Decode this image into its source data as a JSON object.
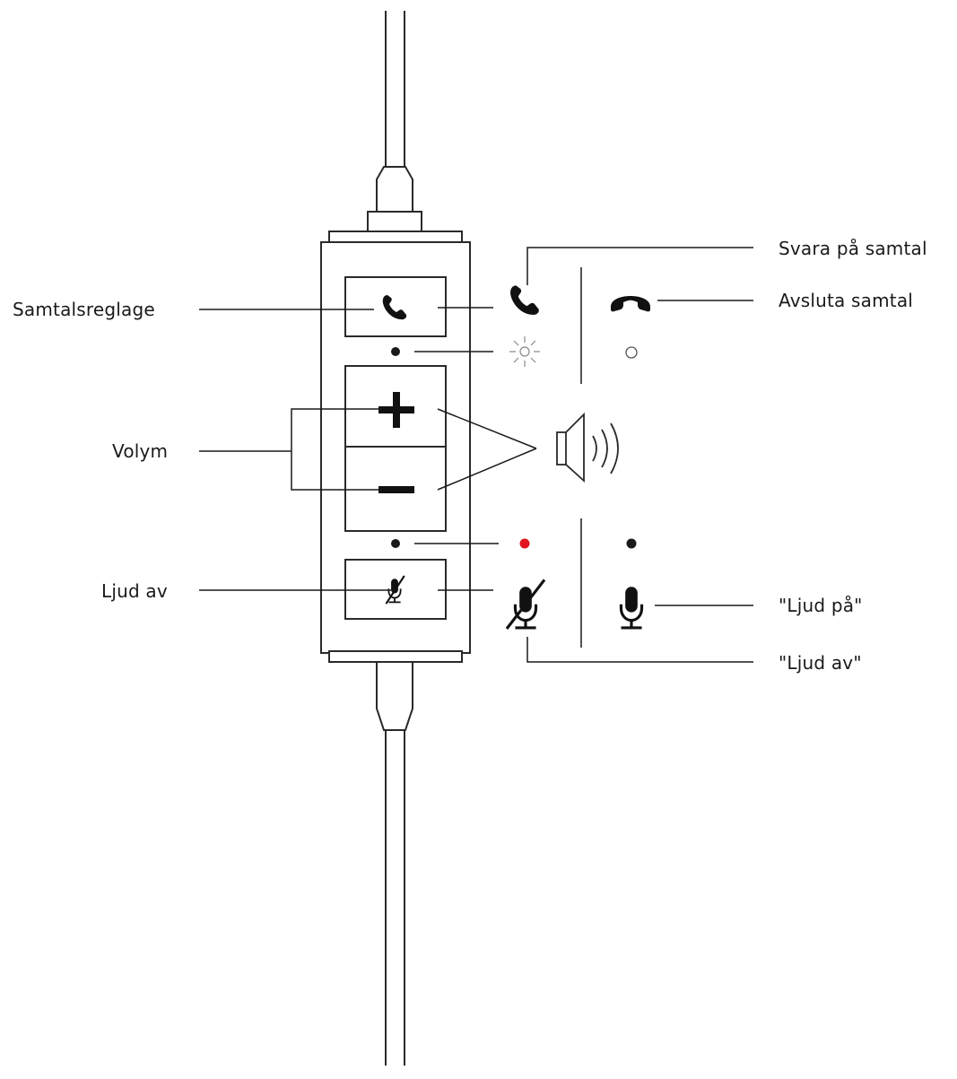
{
  "labels": {
    "call_control": "Samtalsreglage",
    "volume": "Volym",
    "mute": "Ljud av",
    "answer_call": "Svara på samtal",
    "end_call": "Avsluta samtal",
    "unmuted_state": "\"Ljud på\"",
    "muted_state": "\"Ljud av\""
  },
  "colors": {
    "line": "#1a1a1a",
    "outline": "#2a2a2a",
    "mute_led_active": "#e1141e"
  },
  "icons": {
    "call_button": "phone-icon",
    "volume_up": "plus-icon",
    "volume_down": "minus-icon",
    "mute_button": "mic-muted-icon",
    "answer": "phone-icon",
    "hang_up": "phone-hangup-icon",
    "led_on": "led-glow-icon",
    "led_off": "led-off-icon",
    "speaker": "speaker-volume-icon",
    "mic_muted": "mic-muted-icon",
    "mic_unmuted": "mic-icon"
  }
}
